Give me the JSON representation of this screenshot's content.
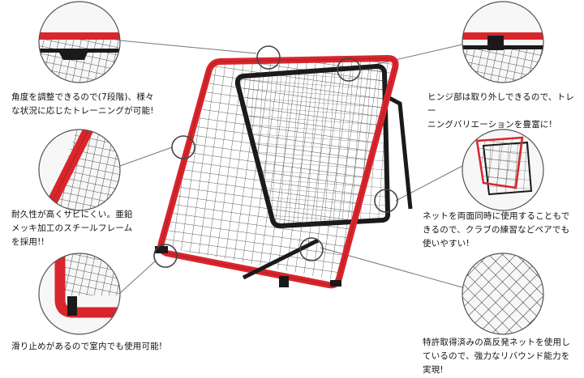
{
  "colors": {
    "frame_red": "#d8262c",
    "frame_black": "#1a1a1a",
    "net": "#2a2a2a",
    "callout_line": "#777777",
    "background": "#ffffff"
  },
  "features": {
    "angle": "角度を調整できるので(7段階)、様々\nな状況に応じたトレーニングが可能!",
    "steel": "耐久性が高くサビにくい。亜鉛\nメッキ加工のスチールフレーム\nを採用!!",
    "floor": "滑り止めがあるので室内でも使用可能!",
    "hinge": "ヒンジ部は取り外しできるので、トレー\nニングバリエーションを豊富に!",
    "double": "ネットを両面同時に使用することもで\nきるので、クラブの練習などペアでも\n使いやすい!",
    "patent": "特許取得済みの高反発ネットを使用し\nているので、強力なリバウンド能力を\n実現!"
  }
}
